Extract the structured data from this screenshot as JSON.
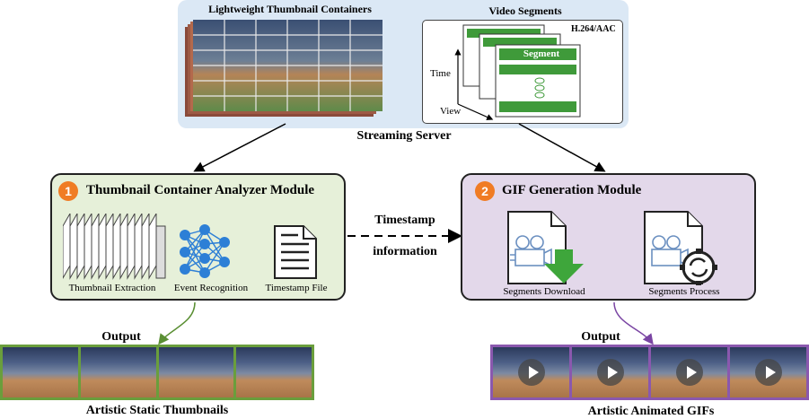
{
  "streaming_server": {
    "label": "Streaming Server",
    "thumbnail_containers_title": "Lightweight Thumbnail Containers",
    "video_segments_title": "Video Segments",
    "codec": "H.264/AAC",
    "segment_label": "Segment",
    "time_axis": "Time",
    "view_axis": "View"
  },
  "analyzer_module": {
    "number": "1",
    "title": "Thumbnail Container Analyzer Module",
    "steps": [
      "Thumbnail Extraction",
      "Event Recognition",
      "Timestamp File"
    ],
    "output_label": "Output",
    "output_caption": "Artistic Static Thumbnails"
  },
  "gif_module": {
    "number": "2",
    "title": "GIF Generation Module",
    "steps": [
      "Segments Download",
      "Segments Process"
    ],
    "output_label": "Output",
    "output_caption": "Artistic Animated GIFs"
  },
  "connector": {
    "line1": "Timestamp",
    "line2": "information"
  },
  "colors": {
    "server_band": "#dbe8f5",
    "segment_green": "#3f9a3a",
    "analyzer_fill": "#e6f0d9",
    "gif_fill": "#e3d8ea",
    "badge_orange": "#f07c24",
    "static_border_green": "#6a9e3c",
    "gif_border_purple": "#8a58ae",
    "network_blue": "#2d7fd6",
    "download_green": "#3ea63b"
  },
  "icons": [
    "thumbnail-stack-icon",
    "neural-network-icon",
    "document-icon",
    "video-camera-download-icon",
    "video-camera-process-icon",
    "play-icon"
  ]
}
